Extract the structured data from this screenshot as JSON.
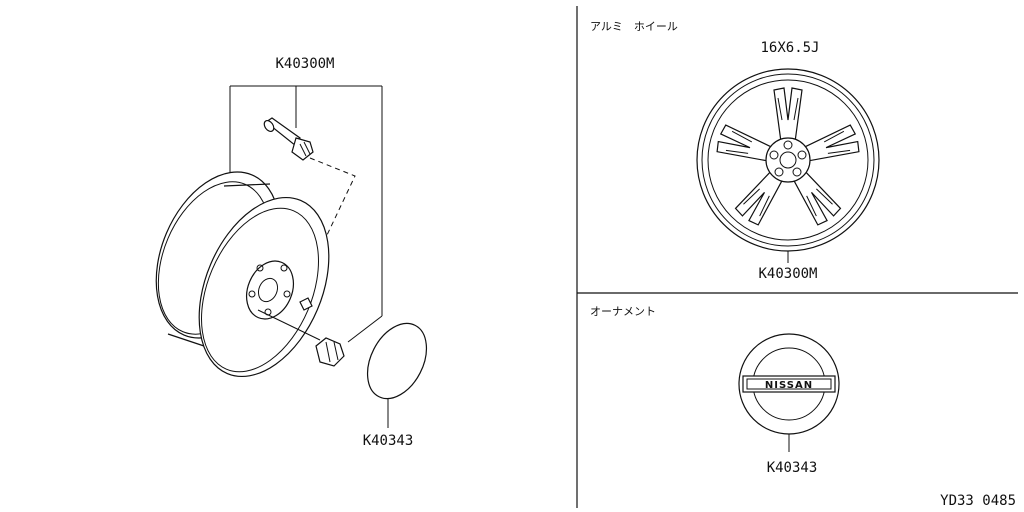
{
  "diagram": {
    "left_panel": {
      "callouts": {
        "valve_assembly": "K40300M",
        "center_cap": "K40343"
      }
    },
    "right_top_panel": {
      "section_title": "アルミ　ホイール",
      "wheel_size": "16X6.5J",
      "part_number": "K40300M"
    },
    "right_bottom_panel": {
      "section_title": "オーナメント",
      "emblem_text": "NISSAN",
      "part_number": "K40343"
    },
    "drawing_code": "YD33 0485"
  }
}
